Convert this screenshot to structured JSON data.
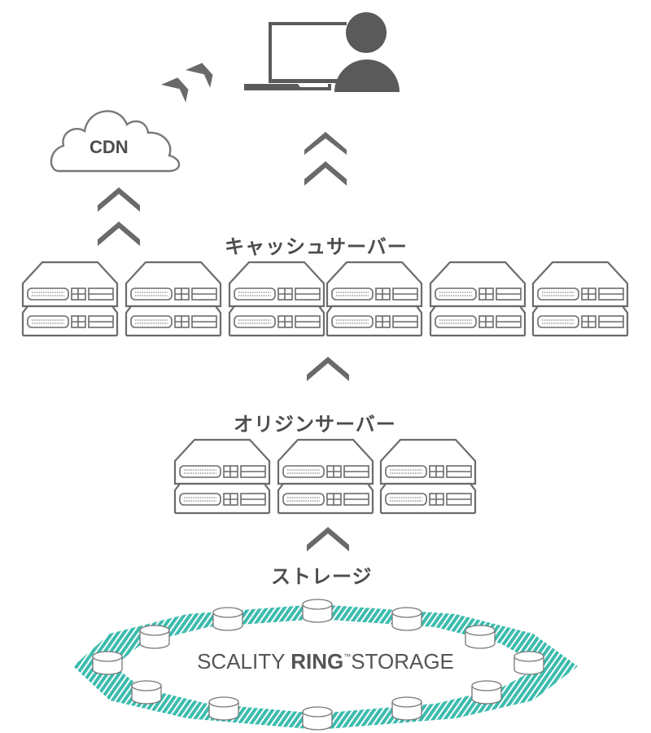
{
  "diagram": {
    "title": "CDN architecture with Scality RING storage",
    "nodes": {
      "user": {
        "label": "",
        "icon": "user-laptop-icon"
      },
      "cdn": {
        "label": "CDN",
        "icon": "cloud-icon"
      },
      "cache_servers": {
        "label": "キャッシュサーバー",
        "count": 12,
        "icon": "server-icon"
      },
      "origin_servers": {
        "label": "オリジンサーバー",
        "count": 6,
        "icon": "server-icon"
      },
      "storage": {
        "label": "ストレージ",
        "ring_label_prefix": "SCALITY ",
        "ring_label_bold": "RING",
        "ring_label_tm": "™",
        "ring_label_suffix": "STORAGE",
        "disk_count": 12,
        "icon": "disk-icon"
      }
    },
    "edges": [
      {
        "from": "storage",
        "to": "origin_servers",
        "arrow": "chevron-up"
      },
      {
        "from": "origin_servers",
        "to": "cache_servers",
        "arrow": "chevron-up"
      },
      {
        "from": "cache_servers",
        "to": "cdn",
        "arrow": "double-chevron-up"
      },
      {
        "from": "cache_servers",
        "to": "user",
        "arrow": "double-chevron-up"
      },
      {
        "from": "cdn",
        "to": "user",
        "arrow": "double-chevron-right"
      }
    ],
    "colors": {
      "icon_gray": "#5a5a5a",
      "text_gray": "#4d4d4d",
      "ring_teal": "#3bbcae"
    }
  }
}
